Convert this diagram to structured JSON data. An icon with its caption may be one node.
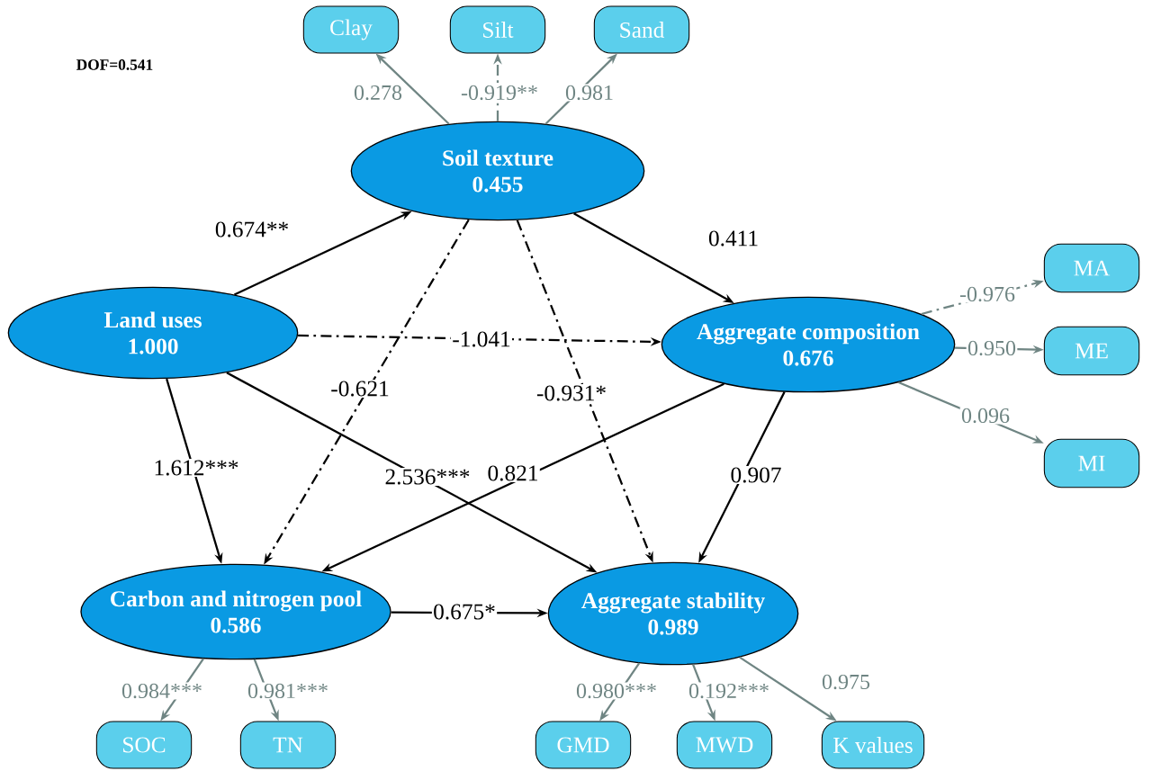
{
  "diagram": {
    "nodes": [
      {
        "text": [
          "Land uses",
          "1.000"
        ]
      },
      {
        "text": [
          "Soil texture",
          "0.455"
        ]
      },
      {
        "text": [
          "Aggregate composition",
          "0.676"
        ]
      },
      {
        "text": [
          "Carbon and nitrogen pool",
          "0.586"
        ]
      },
      {
        "text": [
          "Aggregate stability",
          "0.989"
        ]
      },
      {
        "text": [
          "Clay"
        ]
      },
      {
        "text": [
          "Silt"
        ]
      },
      {
        "text": [
          "Sand"
        ]
      },
      {
        "text": [
          "MA"
        ]
      },
      {
        "text": [
          "ME"
        ]
      },
      {
        "text": [
          "MI"
        ]
      },
      {
        "text": [
          "SOC"
        ]
      },
      {
        "text": [
          "TN"
        ]
      },
      {
        "text": [
          "GMD"
        ]
      },
      {
        "text": [
          "MWD"
        ]
      },
      {
        "text": [
          "K values"
        ]
      }
    ],
    "edges": [
      {
        "from": 0,
        "to": 1,
        "arrow": "to",
        "label": "0.674**",
        "color": "#000000"
      },
      {
        "from": 0,
        "to": 2,
        "arrow": "to",
        "label": "-1.041",
        "style": "dashed",
        "color": "#000000"
      },
      {
        "from": 0,
        "to": 3,
        "arrow": "to",
        "label": "1.612***",
        "color": "#000000"
      },
      {
        "from": 0,
        "to": 4,
        "arrow": "to",
        "label": "2.536***",
        "color": "#000000"
      },
      {
        "from": 1,
        "to": 2,
        "arrow": "to",
        "label": "0.411",
        "color": "#000000"
      },
      {
        "from": 1,
        "to": 3,
        "arrow": "to",
        "label": "-0.621",
        "style": "dashed",
        "color": "#000000"
      },
      {
        "from": 1,
        "to": 4,
        "arrow": "to",
        "label": "-0.931*",
        "style": "dashed",
        "color": "#000000"
      },
      {
        "from": 2,
        "to": 3,
        "arrow": "to",
        "label": "0.821",
        "color": "#000000"
      },
      {
        "from": 2,
        "to": 4,
        "arrow": "to",
        "label": "0.907",
        "color": "#000000"
      },
      {
        "from": 3,
        "to": 4,
        "arrow": "to",
        "label": "0.675*",
        "color": "#000000"
      },
      {
        "from": 1,
        "to": 5,
        "arrow": "to",
        "label": "0.278"
      },
      {
        "from": 1,
        "to": 6,
        "arrow": "to",
        "label": "-0.919**",
        "style": "dashed"
      },
      {
        "from": 1,
        "to": 7,
        "arrow": "to",
        "label": "0.981"
      },
      {
        "from": 2,
        "to": 8,
        "arrow": "to",
        "label": "-0.976",
        "style": "dashed"
      },
      {
        "from": 2,
        "to": 9,
        "arrow": "to",
        "label": "0.950"
      },
      {
        "from": 2,
        "to": 10,
        "arrow": "to",
        "label": "0.096"
      },
      {
        "from": 3,
        "to": 11,
        "arrow": "to",
        "label": "0.984***"
      },
      {
        "from": 3,
        "to": 12,
        "arrow": "to",
        "label": "0.981***"
      },
      {
        "from": 4,
        "to": 13,
        "arrow": "to",
        "label": "0.980***"
      },
      {
        "from": 4,
        "to": 14,
        "arrow": "to",
        "label": "0.192***"
      },
      {
        "from": 4,
        "to": 15,
        "arrow": "to",
        "label": "0.975"
      }
    ],
    "labels": [
      "DOF=0.541"
    ]
  }
}
